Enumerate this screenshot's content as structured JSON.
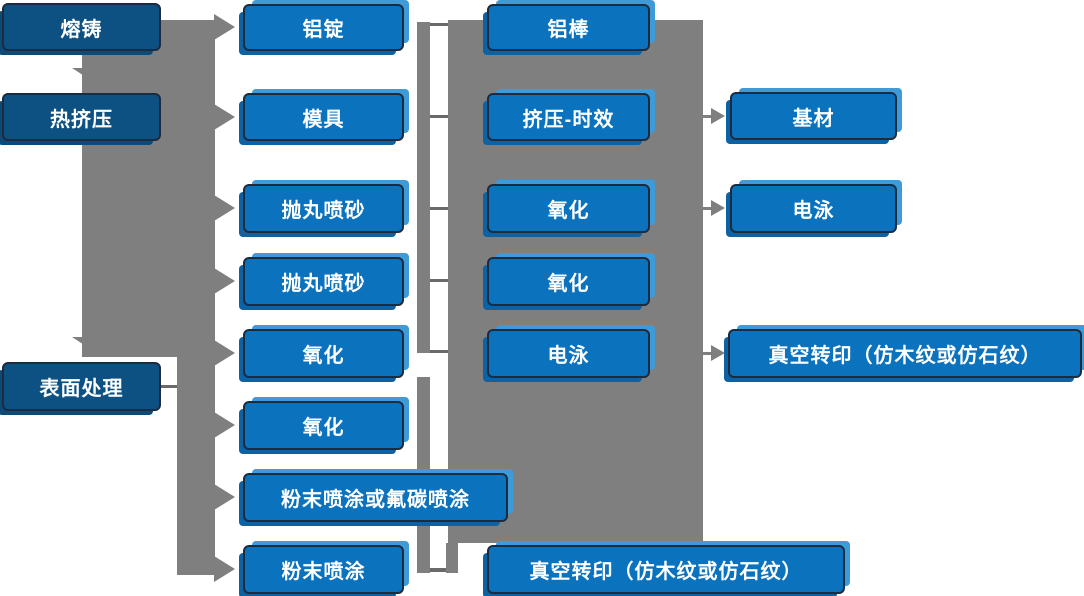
{
  "diagram": {
    "type": "process-flowchart",
    "language": "zh-CN",
    "colors": {
      "node_fill": "#0b72bd",
      "node_fill_dark": "#0d5183",
      "node_highlight": "#3e9bd8",
      "node_border": "#1c2b3e",
      "connector_gray": "#7f7f7f",
      "text": "#ffffff",
      "background": "#ffffff"
    },
    "nodes": [
      {
        "id": "melt-casting",
        "label": "熔铸"
      },
      {
        "id": "hot-extrusion",
        "label": "热挤压"
      },
      {
        "id": "surface-treatment",
        "label": "表面处理"
      },
      {
        "id": "aluminum-ingot",
        "label": "铝锭"
      },
      {
        "id": "mold",
        "label": "模具"
      },
      {
        "id": "shot-blasting-1",
        "label": "抛丸喷砂"
      },
      {
        "id": "shot-blasting-2",
        "label": "抛丸喷砂"
      },
      {
        "id": "oxidation-1",
        "label": "氧化"
      },
      {
        "id": "oxidation-2",
        "label": "氧化"
      },
      {
        "id": "powder-or-fluorocarbon-coating",
        "label": "粉末喷涂或氟碳喷涂"
      },
      {
        "id": "powder-coating",
        "label": "粉末喷涂"
      },
      {
        "id": "aluminum-rod",
        "label": "铝棒"
      },
      {
        "id": "extrusion-aging",
        "label": "挤压-时效"
      },
      {
        "id": "oxidation-3",
        "label": "氧化"
      },
      {
        "id": "oxidation-4",
        "label": "氧化"
      },
      {
        "id": "electrophoresis-1",
        "label": "电泳"
      },
      {
        "id": "vacuum-transfer-print-1",
        "label": "真空转印（仿木纹或仿石纹）"
      },
      {
        "id": "base-material",
        "label": "基材"
      },
      {
        "id": "electrophoresis-2",
        "label": "电泳"
      },
      {
        "id": "vacuum-transfer-print-2",
        "label": "真空转印（仿木纹或仿石纹）"
      }
    ],
    "edges": [
      {
        "from": "熔铸",
        "to": "热挤压"
      },
      {
        "from": "熔铸/热挤压",
        "to": "铝锭"
      },
      {
        "from": "熔铸/热挤压",
        "to": "模具"
      },
      {
        "from": "熔铸/热挤压",
        "to": "抛丸喷砂"
      },
      {
        "from": "熔铸/热挤压",
        "to": "抛丸喷砂"
      },
      {
        "from": "熔铸/热挤压",
        "to": "氧化"
      },
      {
        "from": "熔铸/热挤压",
        "to": "表面处理"
      },
      {
        "from": "表面处理",
        "to": "氧化"
      },
      {
        "from": "表面处理",
        "to": "粉末喷涂或氟碳喷涂"
      },
      {
        "from": "表面处理",
        "to": "粉末喷涂"
      },
      {
        "from": "挤压-时效",
        "to": "基材"
      },
      {
        "from": "氧化",
        "to": "电泳"
      },
      {
        "from": "电泳",
        "to": "真空转印（仿木纹或仿石纹）"
      }
    ]
  }
}
